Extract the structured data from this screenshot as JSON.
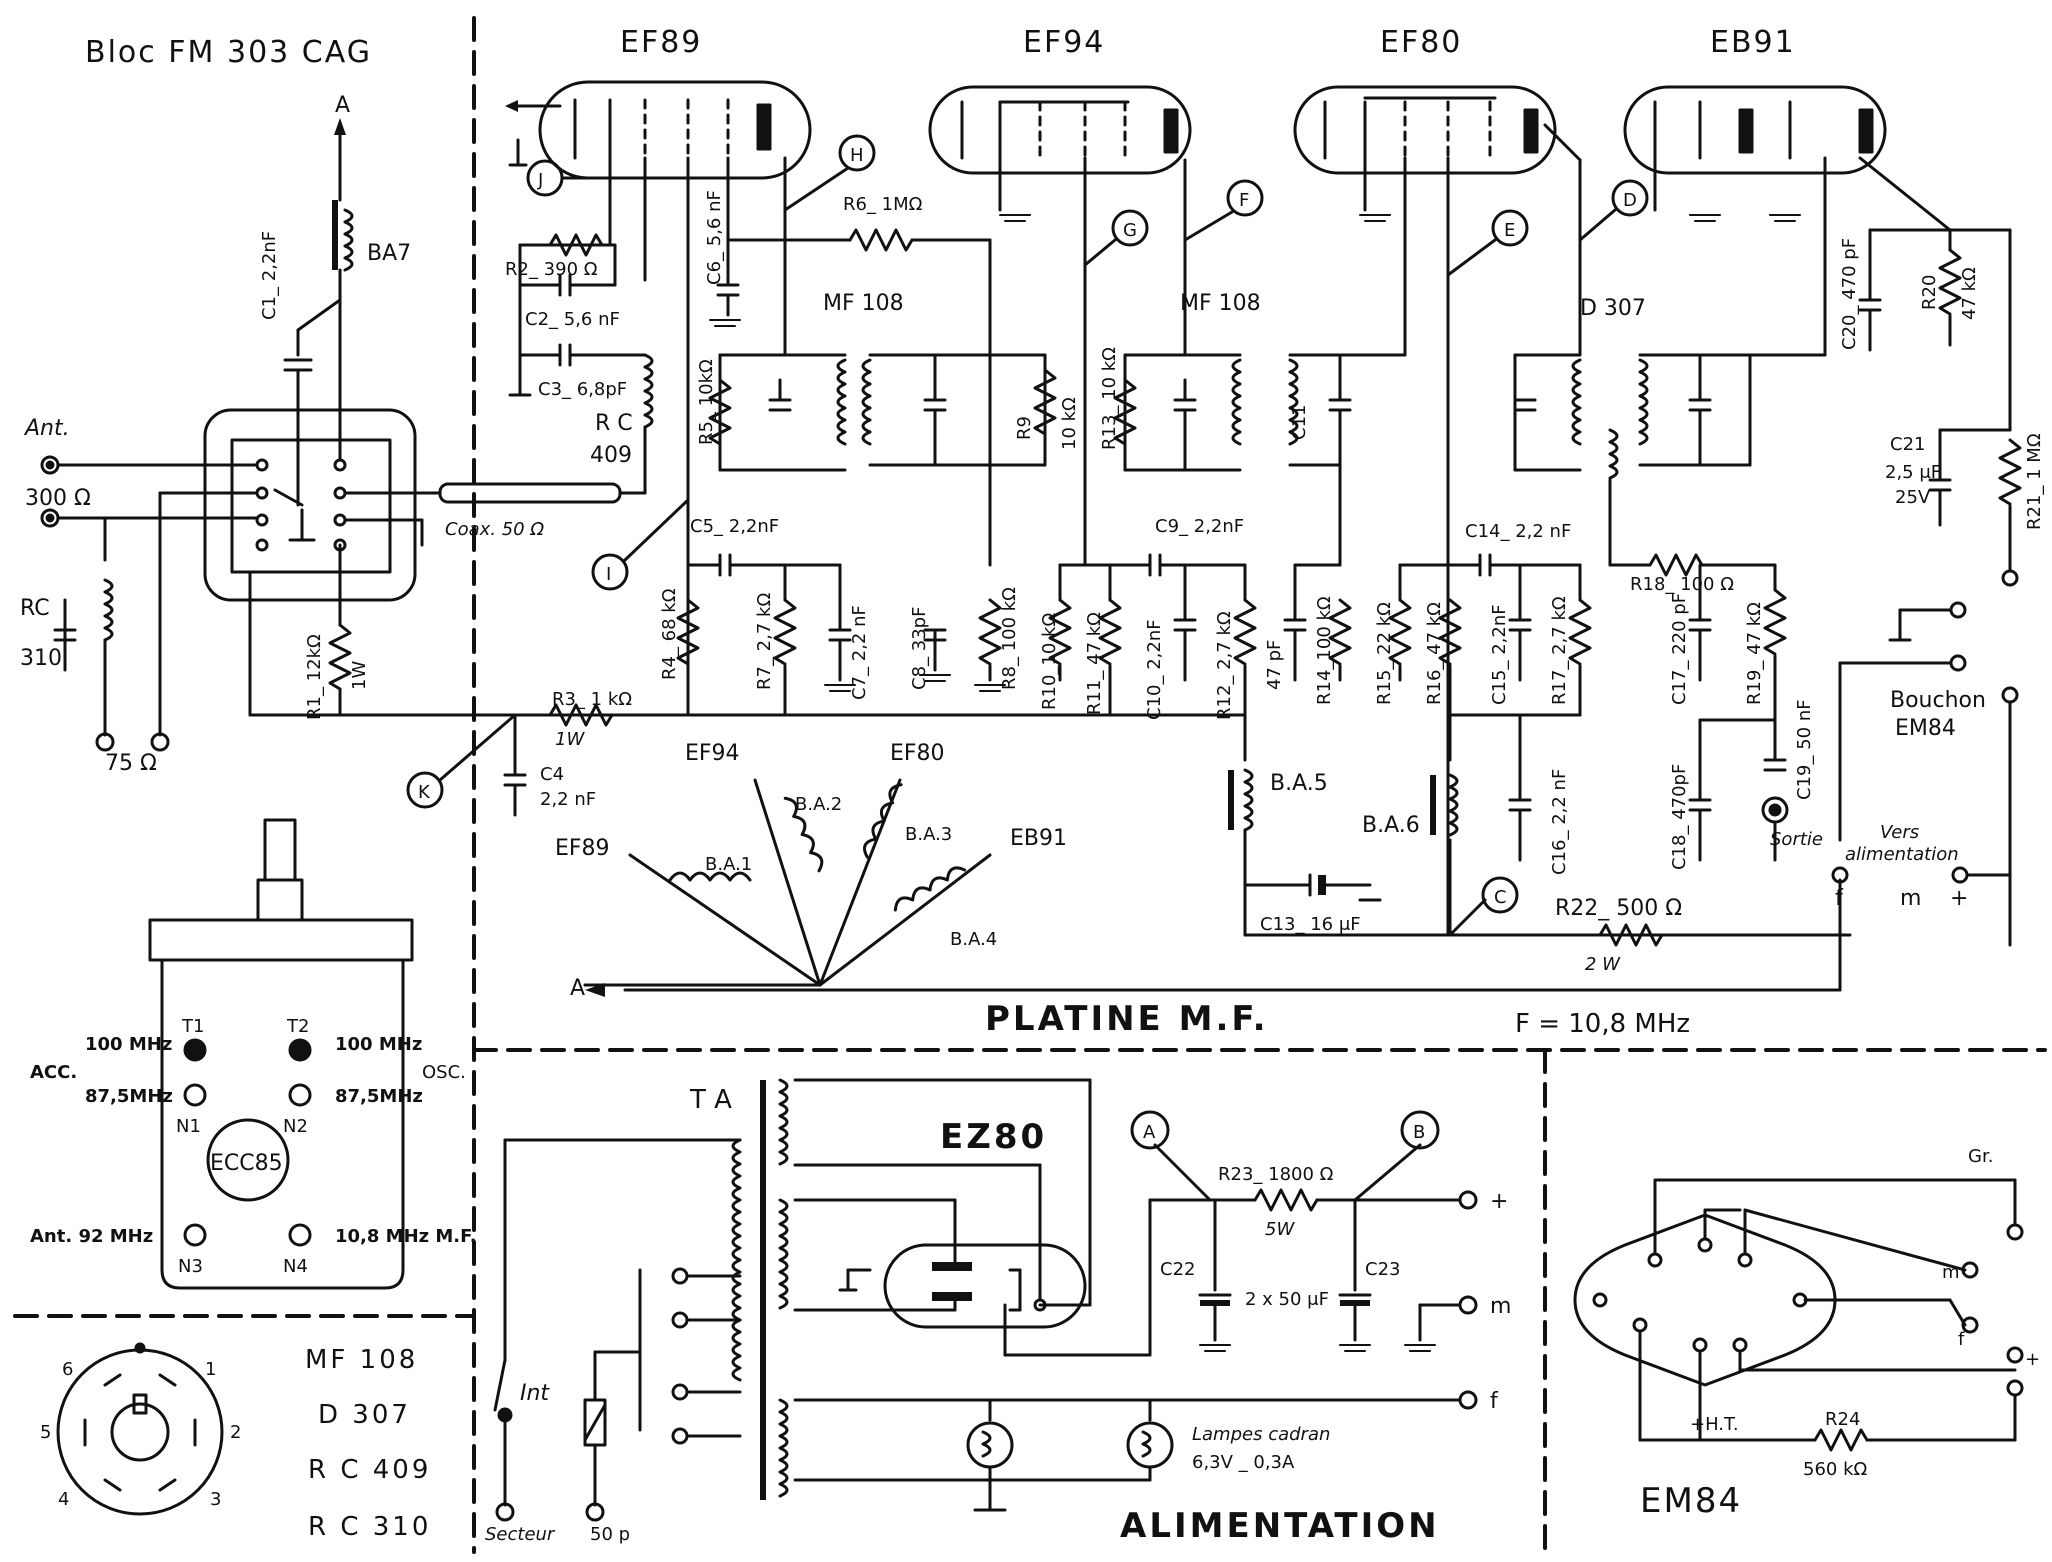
{
  "sections": {
    "bloc": "Bloc FM 303 CAG",
    "platine": "PLATINE  M.F.",
    "frequency": "F = 10,8 MHz",
    "alimentation": "ALIMENTATION",
    "em84": "EM84"
  },
  "tubes": {
    "ef89": "EF89",
    "ef94": "EF94",
    "ef80": "EF80",
    "eb91": "EB91",
    "ez80": "EZ80",
    "ecc85": "ECC85"
  },
  "components": {
    "ba7": "BA7",
    "c1": "C1_ 2,2nF",
    "r2": "R2_ 390 Ω",
    "c2": "C2_ 5,6 nF",
    "c3": "C3_ 6,8pF",
    "rc409": "R C",
    "rc409_num": "409",
    "r1": "R1_ 12kΩ",
    "r1_w": "1W",
    "r3": "R3_ 1 kΩ",
    "r3_w": "1W",
    "c4": "C4",
    "c4_val": "2,2 nF",
    "r4": "R4_ 68 kΩ",
    "c5": "C5_ 2,2nF",
    "r5": "R5_ 10kΩ",
    "c6": "C6_ 5,6 nF",
    "r6": "R6_ 1MΩ",
    "r7": "R7_ 2,7 kΩ",
    "c7": "C7_ 2,2 nF",
    "c8": "C8_ 33pF",
    "r8": "R8_ 100 kΩ",
    "r9": "R9",
    "r9_val": "10 kΩ",
    "mf108a": "MF 108",
    "mf108b": "MF 108",
    "r10": "R10_10 kΩ",
    "r11": "R11_ 47 kΩ",
    "c9": "C9_ 2,2nF",
    "c10": "C10_ 2,2nF",
    "r12": "R12_ 2,7 kΩ",
    "r13": "R13_ 10 kΩ",
    "c11": "C11",
    "c11_val": "47 pF",
    "r14": "R14_100 kΩ",
    "r15": "R15_ 22 kΩ",
    "r16": "R16_ 47 kΩ",
    "c14": "C14_ 2,2 nF",
    "c15": "C15_ 2,2nF",
    "r17": "R17_ 2,7 kΩ",
    "d307": "D 307",
    "r18": "R18_ 100 Ω",
    "c17": "C17_ 220 pF",
    "r19": "R19_ 47 kΩ",
    "c18": "C18_ 470pF",
    "c19": "C19_ 50 nF",
    "sortie": "Sortie",
    "c20": "C20_ 470 pF",
    "r20": "R20",
    "r20_val": "47 kΩ",
    "c21": "C21",
    "c21_val": "2,5 μF",
    "c21_v": "25V",
    "r21": "R21_ 1 MΩ",
    "ba5": "B.A.5",
    "ba6": "B.A.6",
    "c13": "C13_ 16 μF",
    "c16": "C16_ 2,2 nF",
    "r22": "R22_ 500 Ω",
    "r22_w": "2 W",
    "ba1": "B.A.1",
    "ba2": "B.A.2",
    "ba3": "B.A.3",
    "ba4": "B.A.4",
    "bouchon": "Bouchon",
    "bouchon_em84": "EM84",
    "vers": "Vers",
    "alim_label": "alimentation",
    "ta": "T A",
    "r23": "R23_ 1800 Ω",
    "r23_w": "5W",
    "c22": "C22",
    "c23": "C23",
    "c2223": "2 x 50 μF",
    "lampes": "Lampes cadran",
    "lampes_val": "6,3V _ 0,3A",
    "int": "Int",
    "secteur": "Secteur",
    "c50p": "50 p",
    "r24": "R24",
    "r24_val": "560 kΩ",
    "ht": "+H.T.",
    "gr": "Gr."
  },
  "points": {
    "A": "A",
    "B": "B",
    "C": "C",
    "D": "D",
    "E": "E",
    "F": "F",
    "G": "G",
    "H": "H",
    "I": "I",
    "J": "J",
    "K": "K"
  },
  "terminals": {
    "ant": "Ant.",
    "ohm300": "300 Ω",
    "ohm75": "75 Ω",
    "rc310": "RC",
    "rc310_num": "310",
    "coax": "Coax. 50 Ω",
    "plus": "+",
    "m": "m",
    "f": "f"
  },
  "ecc85_block": {
    "t1": "T1",
    "t2": "T2",
    "acc": "ACC.",
    "osc": "OSC.",
    "mhz100_l": "100 MHz",
    "mhz100_r": "100 MHz",
    "mhz875_l": "87,5MHz",
    "mhz875_r": "87,5MHz",
    "n1": "N1",
    "n2": "N2",
    "n3": "N3",
    "n4": "N4",
    "ant92": "Ant.  92 MHz",
    "mf108": "10,8 MHz  M.F."
  },
  "pin_legend": {
    "pins": [
      "1",
      "2",
      "3",
      "4",
      "5",
      "6"
    ],
    "parts": [
      "MF  108",
      "D  307",
      "R C  409",
      "R C  310"
    ]
  }
}
